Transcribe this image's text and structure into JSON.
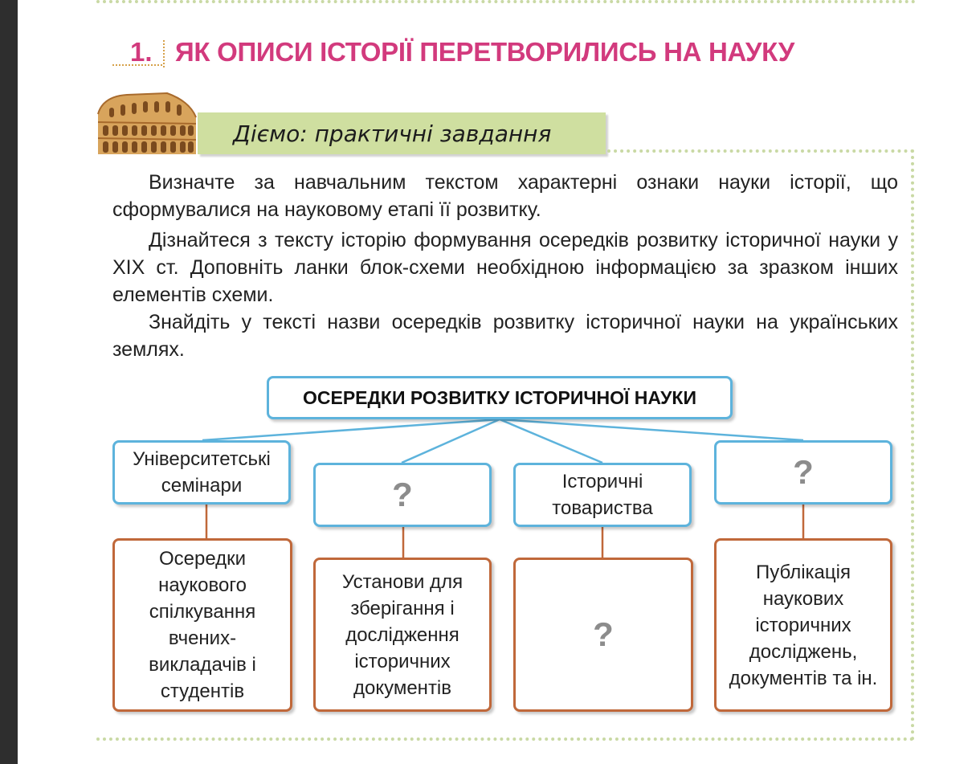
{
  "section": {
    "number": "1.",
    "title": "ЯК ОПИСИ ІСТОРІЇ ПЕРЕТВОРИЛИСЬ НА НАУКУ"
  },
  "banner": {
    "label": "Діємо: практичні завдання"
  },
  "paragraphs": [
    "Визначте за навчальним текстом характерні ознаки науки історії, що сформувалися на науковому етапі її розвитку.",
    "Дізнайтеся з тексту історію формування осередків розвитку історичної науки у XIX ст. Доповніть ланки блок-схеми необхідною інформацією за зразком інших елементів схеми.",
    "Знайдіть у тексті назви осередків розвитку історичної науки на українських землях."
  ],
  "diagram": {
    "root": "ОСЕРЕДКИ РОЗВИТКУ ІСТОРИЧНОЇ НАУКИ",
    "branches": [
      {
        "name": "Університетські семінари",
        "description": "Осередки наукового спілкування вчених-викладачів і студентів"
      },
      {
        "name": "?",
        "description": "Установи для зберігання і дослідження історичних документів"
      },
      {
        "name": "Історичні товариства",
        "description": "?"
      },
      {
        "name": "?",
        "description": "Публікація наукових історичних досліджень, документів та ін."
      }
    ]
  },
  "colors": {
    "title": "#d23a7d",
    "banner": "#cfdfa0",
    "dotted_frame": "#c9d9a4",
    "blue_border": "#5db3dc",
    "brown_border": "#c0683a",
    "question_mark": "#8c8c8c"
  }
}
